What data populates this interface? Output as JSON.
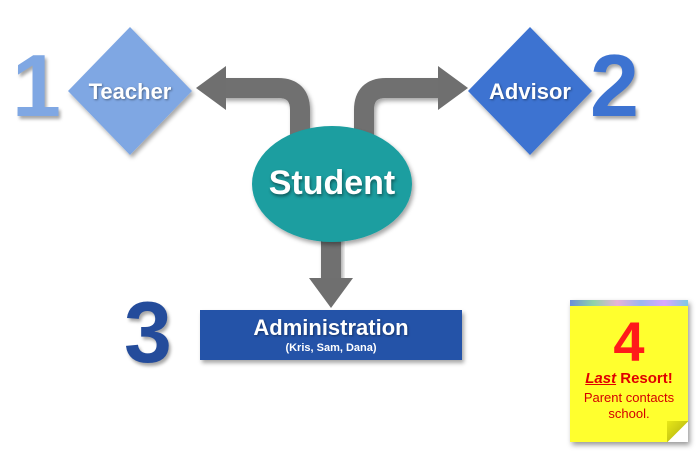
{
  "numbers": {
    "teacher": "1",
    "advisor": "2",
    "administration": "3",
    "last_resort": "4"
  },
  "nodes": {
    "teacher": "Teacher",
    "advisor": "Advisor",
    "student": "Student",
    "administration": "Administration",
    "administration_names": "(Kris, Sam, Dana)"
  },
  "note": {
    "last": "Last",
    "resort": " Resort!",
    "text": "Parent contacts school."
  },
  "colors": {
    "teacher_diamond": "#7fa7e3",
    "advisor_diamond": "#3d73d1",
    "student_oval": "#1a9ea0",
    "administration_box": "#2453a8",
    "arrow": "#6f6f6f",
    "note": "#ffff2e",
    "note_text": "#e00000"
  }
}
